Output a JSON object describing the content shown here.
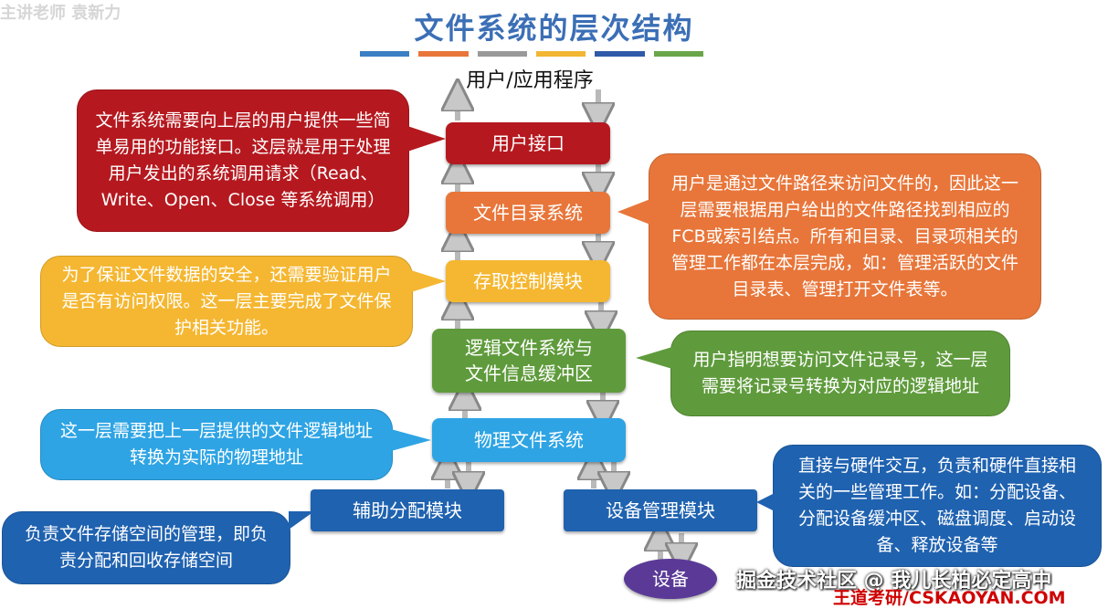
{
  "corner_text": "主讲老师 袁新力",
  "title": "文件系统的层次结构",
  "stripe_colors": [
    "#3b7fc4",
    "#e8763a",
    "#999999",
    "#f2b632",
    "#2f5aa8",
    "#6aa54a"
  ],
  "top_label": "用户/应用程序",
  "layers": {
    "user_interface": "用户接口",
    "file_directory": "文件目录系统",
    "access_control": "存取控制模块",
    "logical_fs": "逻辑文件系统与\n文件信息缓冲区",
    "physical_fs": "物理文件系统",
    "aux_alloc": "辅助分配模块",
    "device_mgmt": "设备管理模块",
    "device": "设备"
  },
  "bubbles": {
    "user_interface_desc": "文件系统需要向上层的用户提供一些简单易用的功能接口。这层就是用于处理用户发出的系统调用请求（Read、Write、Open、Close 等系统调用）",
    "file_directory_desc": "用户是通过文件路径来访问文件的，因此这一层需要根据用户给出的文件路径找到相应的FCB或索引结点。所有和目录、目录项相关的管理工作都在本层完成，如：管理活跃的文件目录表、管理打开文件表等。",
    "access_control_desc": "为了保证文件数据的安全，还需要验证用户是否有访问权限。这一层主要完成了文件保护相关功能。",
    "logical_fs_desc": "用户指明想要访问文件记录号，这一层需要将记录号转换为对应的逻辑地址",
    "physical_fs_desc": "这一层需要把上一层提供的文件逻辑地址转换为实际的物理地址",
    "aux_alloc_desc": "负责文件存储空间的管理，即负责分配和回收存储空间",
    "device_mgmt_desc": "直接与硬件交互，负责和硬件直接相关的一些管理工作。如：分配设备、分配设备缓冲区、磁盘调度、启动设备、释放设备等"
  },
  "colors": {
    "title": "#3b6fb6",
    "red": "#b5191f",
    "orange": "#e8763a",
    "yellow": "#f5b731",
    "green": "#5f9b3c",
    "light_blue": "#2ea4e4",
    "dark_blue": "#1f62b0",
    "purple": "#5a3a96"
  },
  "watermark": {
    "line1": "掘金技术社区 @ 我儿长柏必定高中",
    "line2": "王道考研/CSKAOYAN.COM"
  }
}
